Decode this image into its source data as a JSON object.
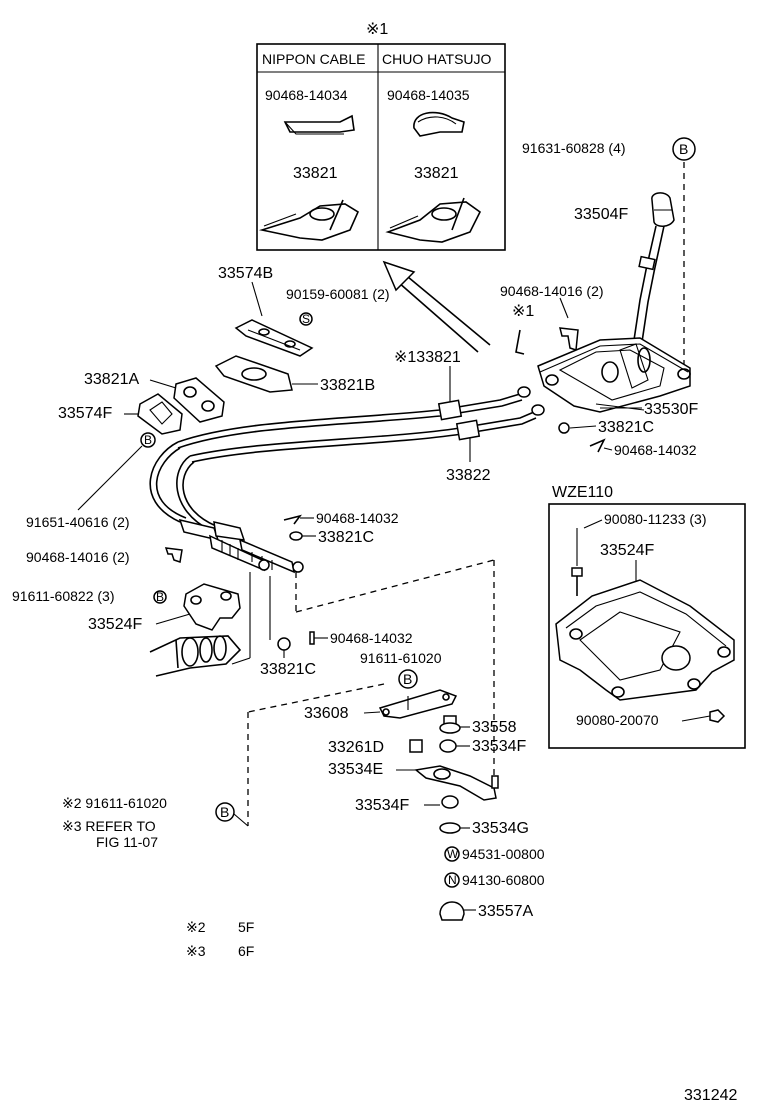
{
  "inset1": {
    "mark": "※1",
    "col1": "NIPPON CABLE",
    "col2": "CHUO HATSUJO",
    "p1": "90468-14034",
    "p2": "90468-14035",
    "p3": "33821",
    "p4": "33821"
  },
  "parts": {
    "p91631": "91631-60828 (4)",
    "p33504F": "33504F",
    "p33574B": "33574B",
    "p90159": "90159-60081 (2)",
    "p90468_16a": "90468-14016 (2)",
    "mark1": "※1",
    "p133821": "※133821",
    "p33821A": "33821A",
    "p33821B": "33821B",
    "p33574F": "33574F",
    "p33530F": "33530F",
    "p33821C_a": "33821C",
    "p90468_32a": "90468-14032",
    "p33822": "33822",
    "p91651": "91651-40616 (2)",
    "p90468_32b": "90468-14032",
    "p33821C_b": "33821C",
    "p90468_16b": "90468-14016 (2)",
    "p91611_22": "91611-60822 (3)",
    "p33524F_a": "33524F",
    "p90468_32c": "90468-14032",
    "p33821C_c": "33821C",
    "p91611_20a": "91611-61020",
    "p33608": "33608",
    "p33558": "33558",
    "p33261D": "33261D",
    "p33534F_a": "33534F",
    "p33534E": "33534E",
    "p33534F_b": "33534F",
    "p33534G": "33534G",
    "p94531": "94531-00800",
    "p94130": "94130-60800",
    "p33557A": "33557A"
  },
  "wze": {
    "title": "WZE110",
    "p1": "90080-11233 (3)",
    "p2": "33524F",
    "p3": "90080-20070"
  },
  "notes": {
    "n2": "※2  91611-61020",
    "n3a": "※3  REFER TO",
    "n3b": "FIG 11-07",
    "l2": "※2",
    "v2": "5F",
    "l3": "※3",
    "v3": "6F"
  },
  "badges": {
    "b": "B",
    "s": "S",
    "w": "W",
    "n": "N"
  },
  "fig_number": "331242"
}
